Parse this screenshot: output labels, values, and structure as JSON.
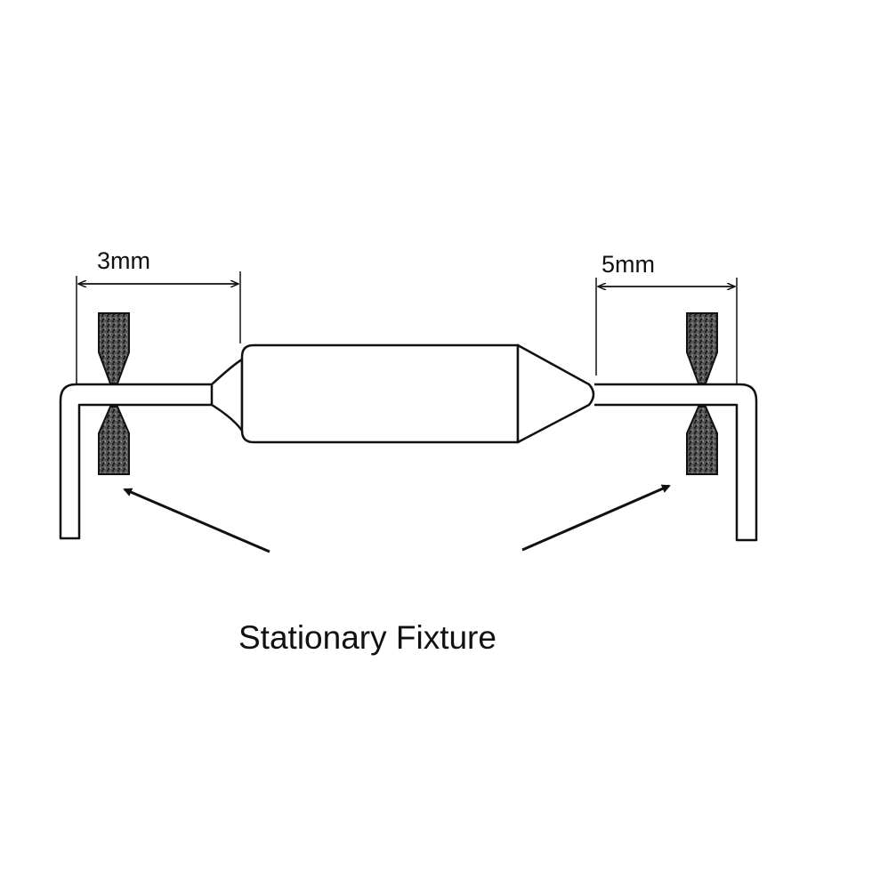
{
  "dimensions": {
    "left": "3mm",
    "right": "5mm"
  },
  "caption": "Stationary Fixture",
  "colors": {
    "line": "#111111",
    "fixture_fill": "#3a3a3a",
    "background": "#ffffff"
  }
}
